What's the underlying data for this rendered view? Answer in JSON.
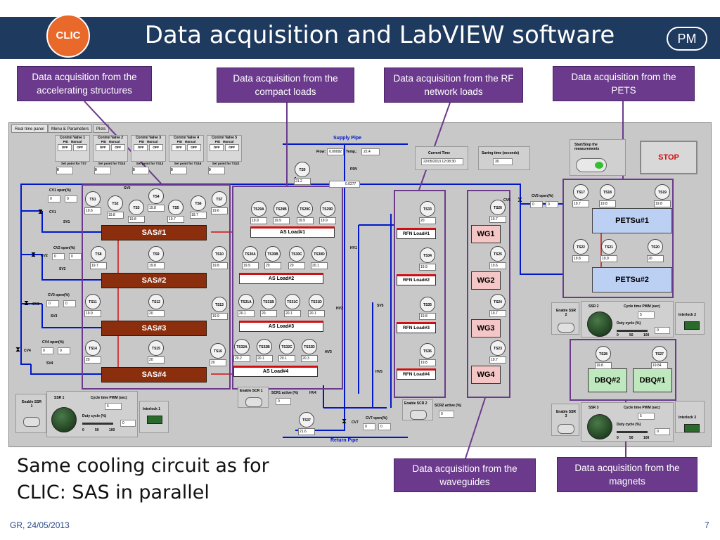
{
  "title": "Data acquisition and LabVIEW software",
  "logos": {
    "left": "CLIC",
    "right": "PM"
  },
  "callouts": {
    "accel": "Data acquisition from the accelerating structures",
    "compact": "Data acquisition from the compact loads",
    "rfn": "Data acquisition from the RF network loads",
    "pets": "Data acquisition from the PETS",
    "waveguides": "Data acquisition from the waveguides",
    "magnets": "Data acquisition from the magnets"
  },
  "bottom_text": "Same cooling circuit as for CLIC: SAS in parallel",
  "footer": {
    "left": "GR, 24/05/2013",
    "right": "7"
  },
  "panel": {
    "tabs": [
      "Real time panel",
      "Menu & Parameters",
      "Plots"
    ],
    "supply_pipe": "Supply Pipe",
    "return_pipe": "Return Pipe",
    "control_valves": [
      {
        "title": "Control Valve 1",
        "pid": "PID",
        "manual": "Manual",
        "off": "OFF",
        "sp_label": "Set point for TS7",
        "sp_value": "0"
      },
      {
        "title": "Control Valve 2",
        "pid": "PID",
        "manual": "Manual",
        "off": "OFF",
        "sp_label": "Set point for TS10",
        "sp_value": "0"
      },
      {
        "title": "Control Valve 3",
        "pid": "PID",
        "manual": "Manual",
        "off": "OFF",
        "sp_label": "Set point for TS13",
        "sp_value": "0"
      },
      {
        "title": "Control Valve 4",
        "pid": "PID",
        "manual": "Manual",
        "off": "OFF",
        "sp_label": "Set point for TS16",
        "sp_value": "0"
      },
      {
        "title": "Control Valve 5",
        "pid": "PID",
        "manual": "Manual",
        "off": "OFF",
        "sp_label": "Set point for TS22",
        "sp_value": "0"
      }
    ],
    "flow_label": "Flow:",
    "flow_value": "0.00092",
    "temp_label": "Temp.:",
    "temp_value": "22.4",
    "prv": "PRV",
    "prv_value": "0.0277",
    "current_time_label": "Current Time",
    "current_time_value": "22/05/2013 12:08:30",
    "saving_time_label": "Saving time (seconds)",
    "saving_time_value": "30",
    "start_stop_label": "Start/Stop the measurements",
    "stop": "STOP",
    "sas": [
      "SAS#1",
      "SAS#2",
      "SAS#3",
      "SAS#4"
    ],
    "as_loads": [
      "AS Load#1",
      "AS Load#2",
      "AS Load#3",
      "AS Load#4"
    ],
    "rfn_loads": [
      "RFN Load#1",
      "RFN Load#2",
      "RFN Load#3",
      "RFN Load#4"
    ],
    "wgs": [
      "WG1",
      "WG2",
      "WG3",
      "WG4"
    ],
    "pets": [
      "PETSu#1",
      "PETSu#2"
    ],
    "dbqs": [
      "DBQ#2",
      "DBQ#1"
    ],
    "valves": {
      "cv1": "CV1",
      "cv2": "CV2",
      "cv3": "CV3",
      "cv4": "CV4",
      "cv5": "CV5",
      "cv7": "CV7",
      "sv0": "SV0",
      "sv1": "SV1",
      "sv2": "SV2",
      "sv3": "SV3",
      "sv4": "SV4",
      "sv5": "SV5",
      "hv1": "HV1",
      "hv2": "HV2",
      "hv3": "HV3",
      "hv4": "HV4",
      "hv5": "HV5"
    },
    "cv_open": [
      {
        "label": "CV1 open(%)",
        "value": "0",
        "value2": "0"
      },
      {
        "label": "CV2 open(%)",
        "value": "0",
        "value2": "0"
      },
      {
        "label": "CV3 open(%)",
        "value": "0",
        "value2": "0"
      },
      {
        "label": "CV4 open(%)",
        "value": "0",
        "value2": "0"
      },
      {
        "label": "CV5 open(%)",
        "value": "0",
        "value2": "0"
      },
      {
        "label": "CV7 open(%)",
        "value": "0",
        "value2": "0"
      }
    ],
    "sensors": [
      {
        "id": "TS0",
        "v": "21.2"
      },
      {
        "id": "TS1",
        "v": "19.6"
      },
      {
        "id": "TS2",
        "v": "19.8"
      },
      {
        "id": "TS3",
        "v": "19.8"
      },
      {
        "id": "TS4",
        "v": "19.8"
      },
      {
        "id": "TS5",
        "v": "19.7"
      },
      {
        "id": "TS6",
        "v": "19.7"
      },
      {
        "id": "TS7",
        "v": "19.6"
      },
      {
        "id": "TS8",
        "v": "19.7"
      },
      {
        "id": "TS9",
        "v": "19.8"
      },
      {
        "id": "TS10",
        "v": "19.8"
      },
      {
        "id": "TS11",
        "v": "19.9"
      },
      {
        "id": "TS12",
        "v": "20"
      },
      {
        "id": "TS13",
        "v": "19.9"
      },
      {
        "id": "TS14",
        "v": "20"
      },
      {
        "id": "TS15",
        "v": "20"
      },
      {
        "id": "TS16",
        "v": "20"
      },
      {
        "id": "TS29A",
        "v": "19.9"
      },
      {
        "id": "TS29B",
        "v": "19.9"
      },
      {
        "id": "TS29C",
        "v": "19.9"
      },
      {
        "id": "TS29D",
        "v": "19.9"
      },
      {
        "id": "TS30A",
        "v": "19.9"
      },
      {
        "id": "TS30B",
        "v": "20"
      },
      {
        "id": "TS30C",
        "v": "20"
      },
      {
        "id": "TS30D",
        "v": "20.1"
      },
      {
        "id": "TS31A",
        "v": "20.1"
      },
      {
        "id": "TS31B",
        "v": "20"
      },
      {
        "id": "TS31C",
        "v": "20.1"
      },
      {
        "id": "TS31D",
        "v": "20.1"
      },
      {
        "id": "TS32A",
        "v": "20.2"
      },
      {
        "id": "TS32B",
        "v": "20.1"
      },
      {
        "id": "TS32C",
        "v": "20.1"
      },
      {
        "id": "TS32D",
        "v": "20.3"
      },
      {
        "id": "TS33",
        "v": "20"
      },
      {
        "id": "TS34",
        "v": "19.9"
      },
      {
        "id": "TS35",
        "v": "19.8"
      },
      {
        "id": "TS36",
        "v": "19.8"
      },
      {
        "id": "TS26",
        "v": "19.7"
      },
      {
        "id": "TS25",
        "v": "19.6"
      },
      {
        "id": "TS24",
        "v": "19.7"
      },
      {
        "id": "TS23",
        "v": "19.7"
      },
      {
        "id": "TS17",
        "v": "19.7"
      },
      {
        "id": "TS18",
        "v": "19.8"
      },
      {
        "id": "TS19",
        "v": "19.8"
      },
      {
        "id": "TS22",
        "v": "19.8"
      },
      {
        "id": "TS21",
        "v": "19.9"
      },
      {
        "id": "TS20",
        "v": "20"
      },
      {
        "id": "TS28",
        "v": "19.8"
      },
      {
        "id": "TS27",
        "v": "19.84"
      },
      {
        "id": "TS37",
        "v": "21.6"
      }
    ],
    "ssr": [
      {
        "enable": "Enable SSR 1",
        "name": "SSR 1",
        "cycle_label": "Cycle time PWM (sec)",
        "cycle": "5",
        "duty_label": "Duty cycle (%)",
        "duty": "0",
        "interlock": "Interlock 1",
        "ticks": [
          "0",
          "50",
          "100"
        ]
      },
      {
        "enable": "Enable SSR 2",
        "name": "SSR 2",
        "cycle_label": "Cycle time PWM (sec)",
        "cycle": "5",
        "duty_label": "Duty cycle (%)",
        "duty": "0",
        "interlock": "Interlock 2",
        "ticks": [
          "0",
          "50",
          "100"
        ]
      },
      {
        "enable": "Enable SSR 3",
        "name": "SSR 3",
        "cycle_label": "Cycle time PWM (sec)",
        "cycle": "5",
        "duty_label": "Duty cycle (%)",
        "duty": "0",
        "interlock": "Interlock 3",
        "ticks": [
          "0",
          "50",
          "100"
        ]
      }
    ],
    "scr": [
      {
        "enable": "Enable SCR 1",
        "label": "SCR1 active (%)",
        "value": "0"
      },
      {
        "enable": "Enable SCR 2",
        "label": "SCR2 active (%)",
        "value": "0"
      }
    ]
  }
}
